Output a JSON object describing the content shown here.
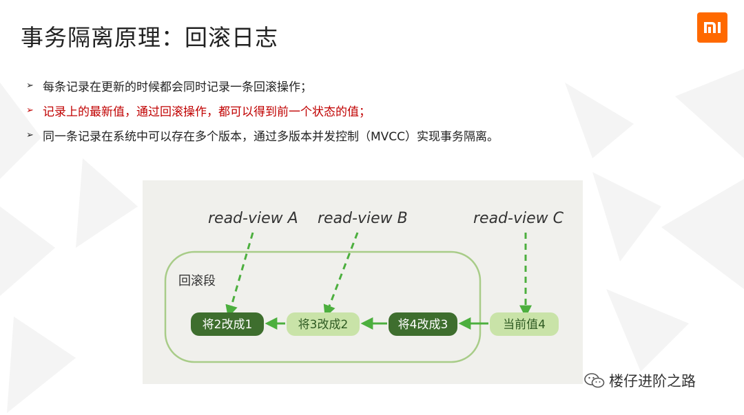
{
  "slide": {
    "title": "事务隔离原理：回滚日志",
    "bullets": [
      "每条记录在更新的时候都会同时记录一条回滚操作；",
      "记录上的最新值，通过回滚操作，都可以得到前一个状态的值；",
      "同一条记录在系统中可以存在多个版本，通过多版本并发控制（MVCC）实现事务隔离。"
    ],
    "bullet_marker": "➢",
    "highlight_color": "#c00000",
    "logo_icon": "mi-logo-icon",
    "logo_color": "#ff6900"
  },
  "diagram": {
    "read_views": [
      "read-view A",
      "read-view B",
      "read-view C"
    ],
    "segment_label": "回滚段",
    "nodes": [
      "将2改成1",
      "将3改成2",
      "将4改成3",
      "当前值4"
    ],
    "colors": {
      "dark_node": "#3e6e2e",
      "light_node": "#c9e3a8",
      "arrow": "#4caf3e",
      "border": "#a8cc88"
    }
  },
  "watermark": {
    "text": "楼仔进阶之路",
    "icon": "wechat-icon"
  }
}
